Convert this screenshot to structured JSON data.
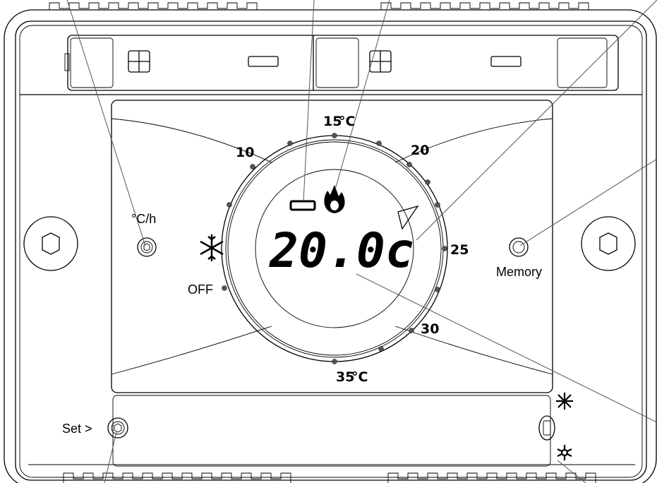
{
  "labels": {
    "rate": "°C/h",
    "memory": "Memory",
    "off": "OFF",
    "set": "Set >"
  },
  "scale": {
    "t15": "15",
    "t10": "10",
    "t20": "20",
    "t25": "25",
    "t30": "30",
    "t35": "35",
    "unit": "°C"
  },
  "display": {
    "temperature": "20.0c"
  },
  "icons": {
    "battery": "battery-icon",
    "flame": "flame-icon",
    "snowflake": "snowflake-icon",
    "sun": "sun-icon",
    "arrow": "arrow-triangle-icon"
  }
}
